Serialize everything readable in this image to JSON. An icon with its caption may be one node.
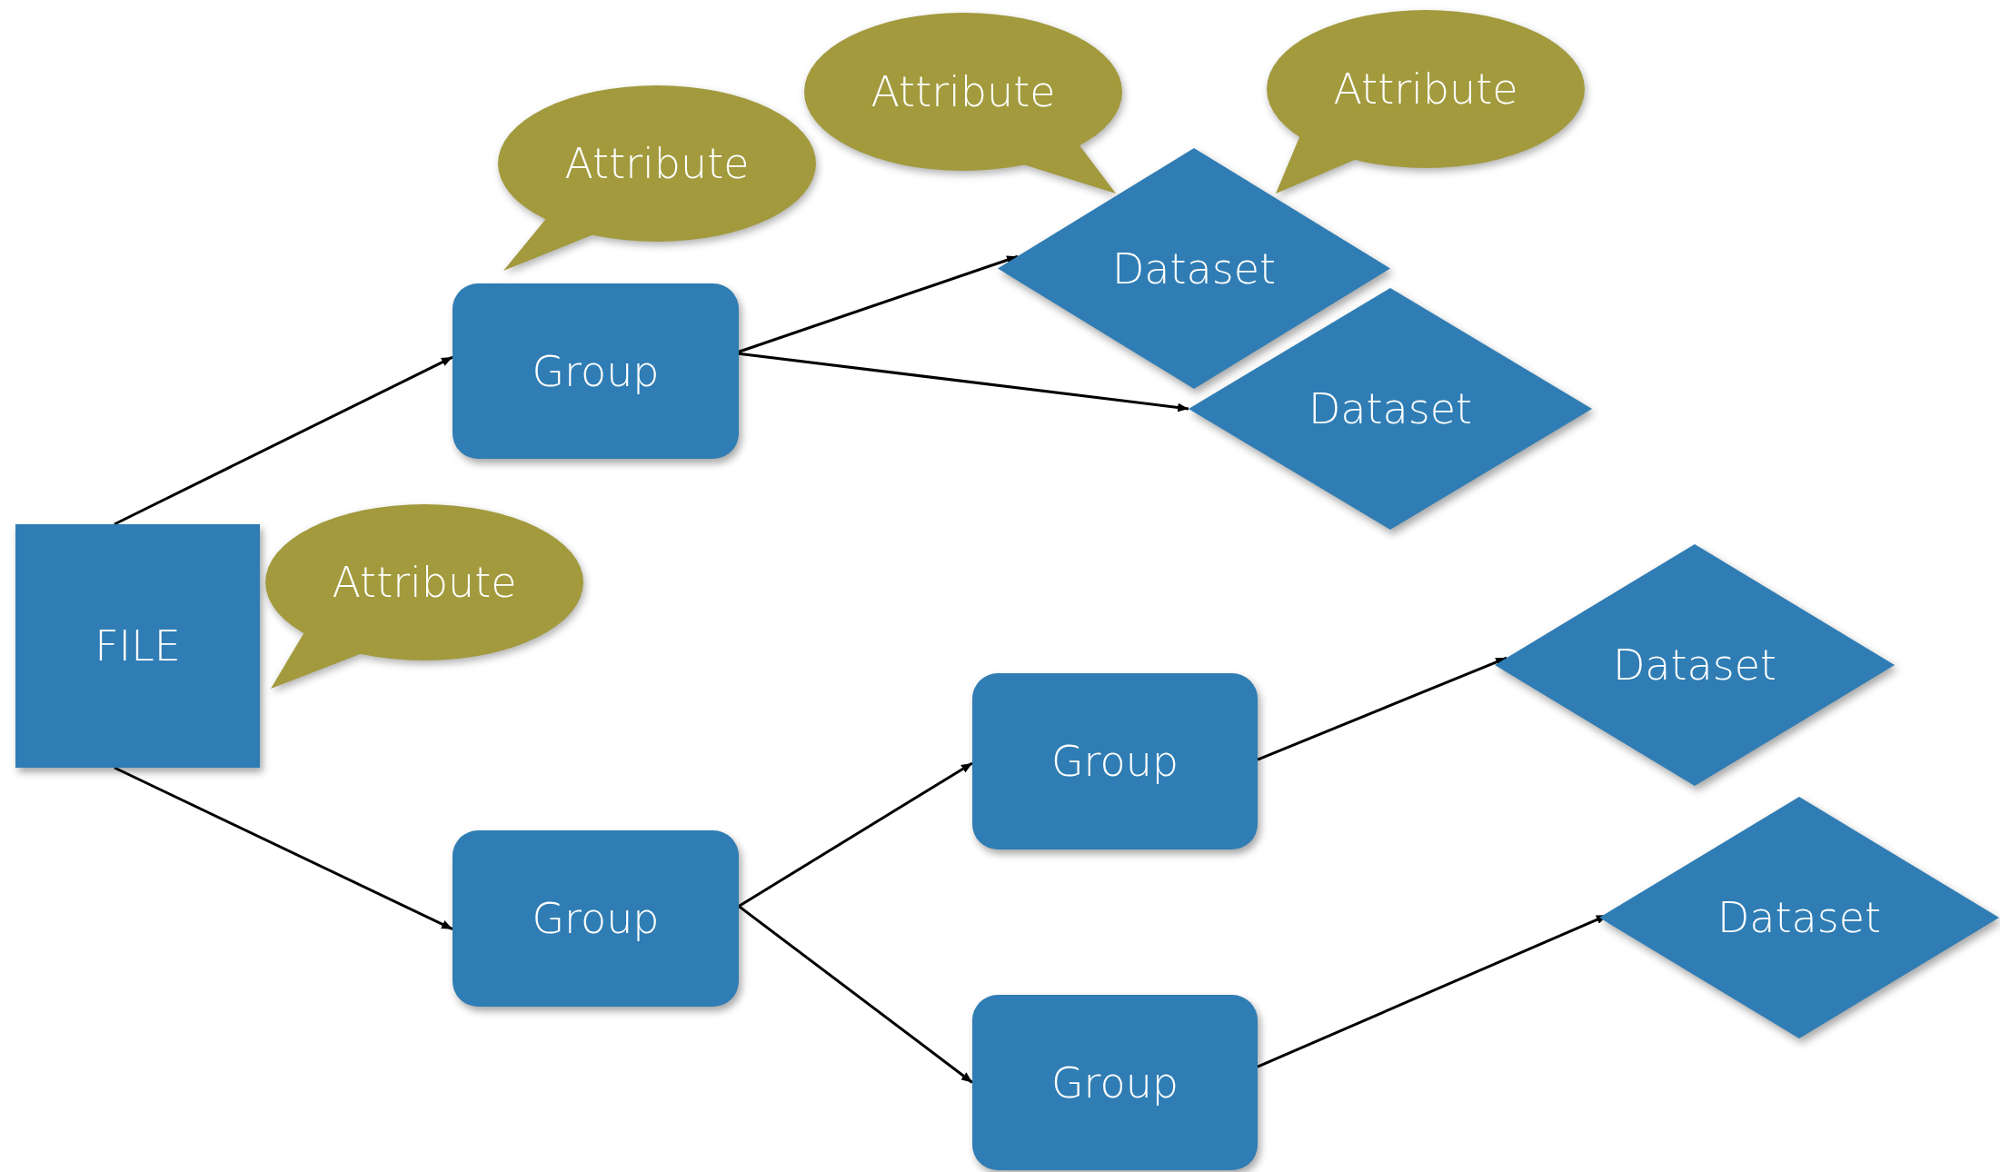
{
  "diagram": {
    "nodes": [
      {
        "text": [
          "Attribute"
        ]
      },
      {
        "text": [
          "Attribute"
        ]
      },
      {
        "text": [
          "Attribute"
        ]
      },
      {
        "text": [
          "Dataset"
        ]
      },
      {
        "text": [
          "Group"
        ]
      },
      {
        "text": [
          "Dataset"
        ]
      },
      {
        "text": [
          "FILE"
        ]
      },
      {
        "text": [
          "Attribute"
        ]
      },
      {
        "text": [
          "Dataset"
        ]
      },
      {
        "text": [
          "Group"
        ]
      },
      {
        "text": [
          "Group"
        ]
      },
      {
        "text": [
          "Dataset"
        ]
      },
      {
        "text": [
          "Group"
        ]
      }
    ],
    "edges": [
      {
        "from": 6,
        "to": 4,
        "arrow": "to"
      },
      {
        "from": 6,
        "to": 10,
        "arrow": "to"
      },
      {
        "from": 4,
        "to": 3,
        "arrow": "to"
      },
      {
        "from": 4,
        "to": 5,
        "arrow": "to"
      },
      {
        "from": 10,
        "to": 9,
        "arrow": "to"
      },
      {
        "from": 10,
        "to": 12,
        "arrow": "to"
      },
      {
        "from": 9,
        "to": 8,
        "arrow": "to"
      },
      {
        "from": 12,
        "to": 11,
        "arrow": "to"
      }
    ]
  }
}
